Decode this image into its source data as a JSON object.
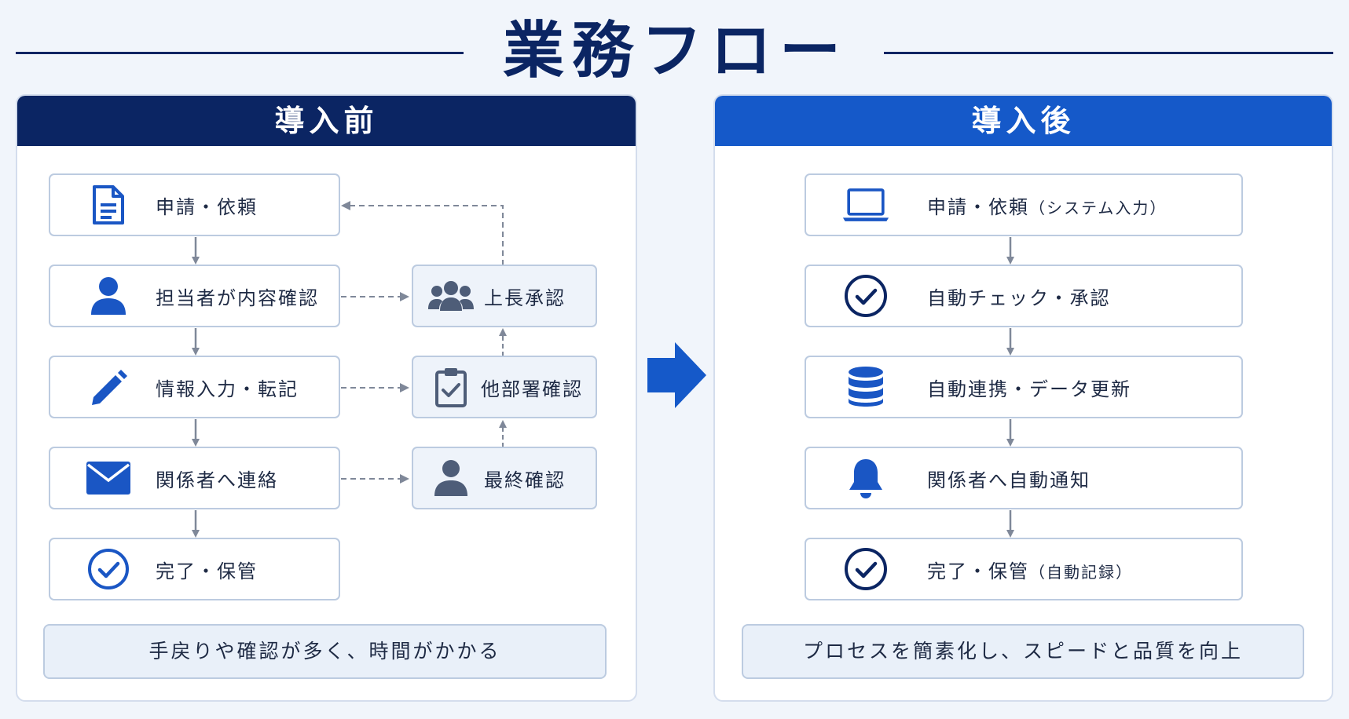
{
  "title": "業務フロー",
  "before": {
    "header": "導入前",
    "steps": [
      {
        "label": "申請・依頼",
        "icon": "document-icon"
      },
      {
        "label": "担当者が内容確認",
        "icon": "person-icon"
      },
      {
        "label": "情報入力・転記",
        "icon": "pencil-icon"
      },
      {
        "label": "関係者へ連絡",
        "icon": "envelope-icon"
      },
      {
        "label": "完了・保管",
        "icon": "check-circle-icon"
      }
    ],
    "side_steps": [
      {
        "label": "上長承認",
        "icon": "group-icon"
      },
      {
        "label": "他部署確認",
        "icon": "clipboard-check-icon"
      },
      {
        "label": "最終確認",
        "icon": "person-icon"
      }
    ],
    "note": "手戻りや確認が多く、時間がかかる"
  },
  "after": {
    "header": "導入後",
    "steps": [
      {
        "label": "申請・依頼",
        "sub": "（システム入力）",
        "icon": "laptop-icon"
      },
      {
        "label": "自動チェック・承認",
        "sub": "",
        "icon": "check-circle-icon"
      },
      {
        "label": "自動連携・データ更新",
        "sub": "",
        "icon": "database-icon"
      },
      {
        "label": "関係者へ自動通知",
        "sub": "",
        "icon": "bell-icon"
      },
      {
        "label": "完了・保管",
        "sub": "（自動記録）",
        "icon": "check-circle-icon"
      }
    ],
    "note": "プロセスを簡素化し、スピードと品質を向上"
  },
  "colors": {
    "navy": "#0b2563",
    "blue": "#1559c9",
    "icon_blue": "#1a56c4",
    "side_icon_gray": "#4e5d78",
    "arrow_gray": "#7f8899"
  }
}
